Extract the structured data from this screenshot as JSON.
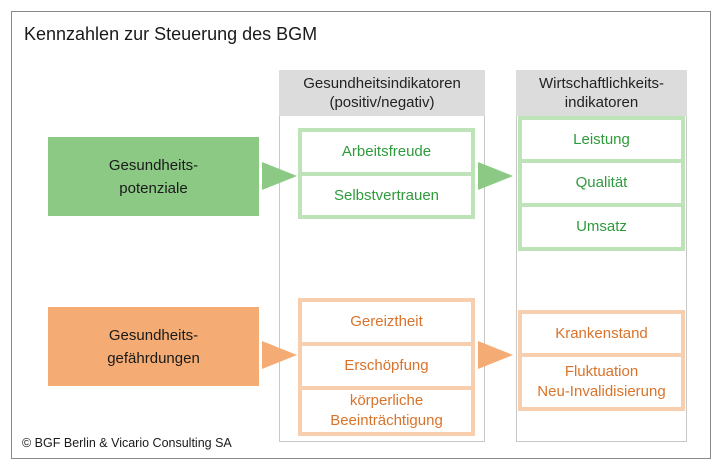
{
  "title": "Kennzahlen zur Steuerung des BGM",
  "copyright": "© BGF Berlin & Vicario Consulting SA",
  "columns": {
    "health": {
      "line1": "Gesundheitsindikatoren",
      "line2": "(positiv/negativ)"
    },
    "economic": {
      "line1": "Wirtschaftlichkeits-",
      "line2": "indikatoren"
    }
  },
  "sources": {
    "potentials": {
      "line1": "Gesundheits-",
      "line2": "potenziale"
    },
    "hazards": {
      "line1": "Gesundheits-",
      "line2": "gefährdungen"
    }
  },
  "positive_indicators": [
    "Arbeitsfreude",
    "Selbstvertrauen"
  ],
  "negative_indicators": {
    "item1": "Gereiztheit",
    "item2": "Erschöpfung",
    "item3_line1": "körperliche",
    "item3_line2": "Beeinträchtigung"
  },
  "economic_positive": [
    "Leistung",
    "Qualität",
    "Umsatz"
  ],
  "economic_negative": {
    "item1": "Krankenstand",
    "item2_line1": "Fluktuation",
    "item2_line2": "Neu-Invalidisierung"
  },
  "colors": {
    "green_fill": "#8cc985",
    "green_text": "#2f9a3c",
    "green_border": "#bfe3b9",
    "orange_fill": "#f4ac74",
    "orange_text": "#d9732a",
    "orange_border": "#f8cfae",
    "header_gray": "#dcdcdc"
  }
}
